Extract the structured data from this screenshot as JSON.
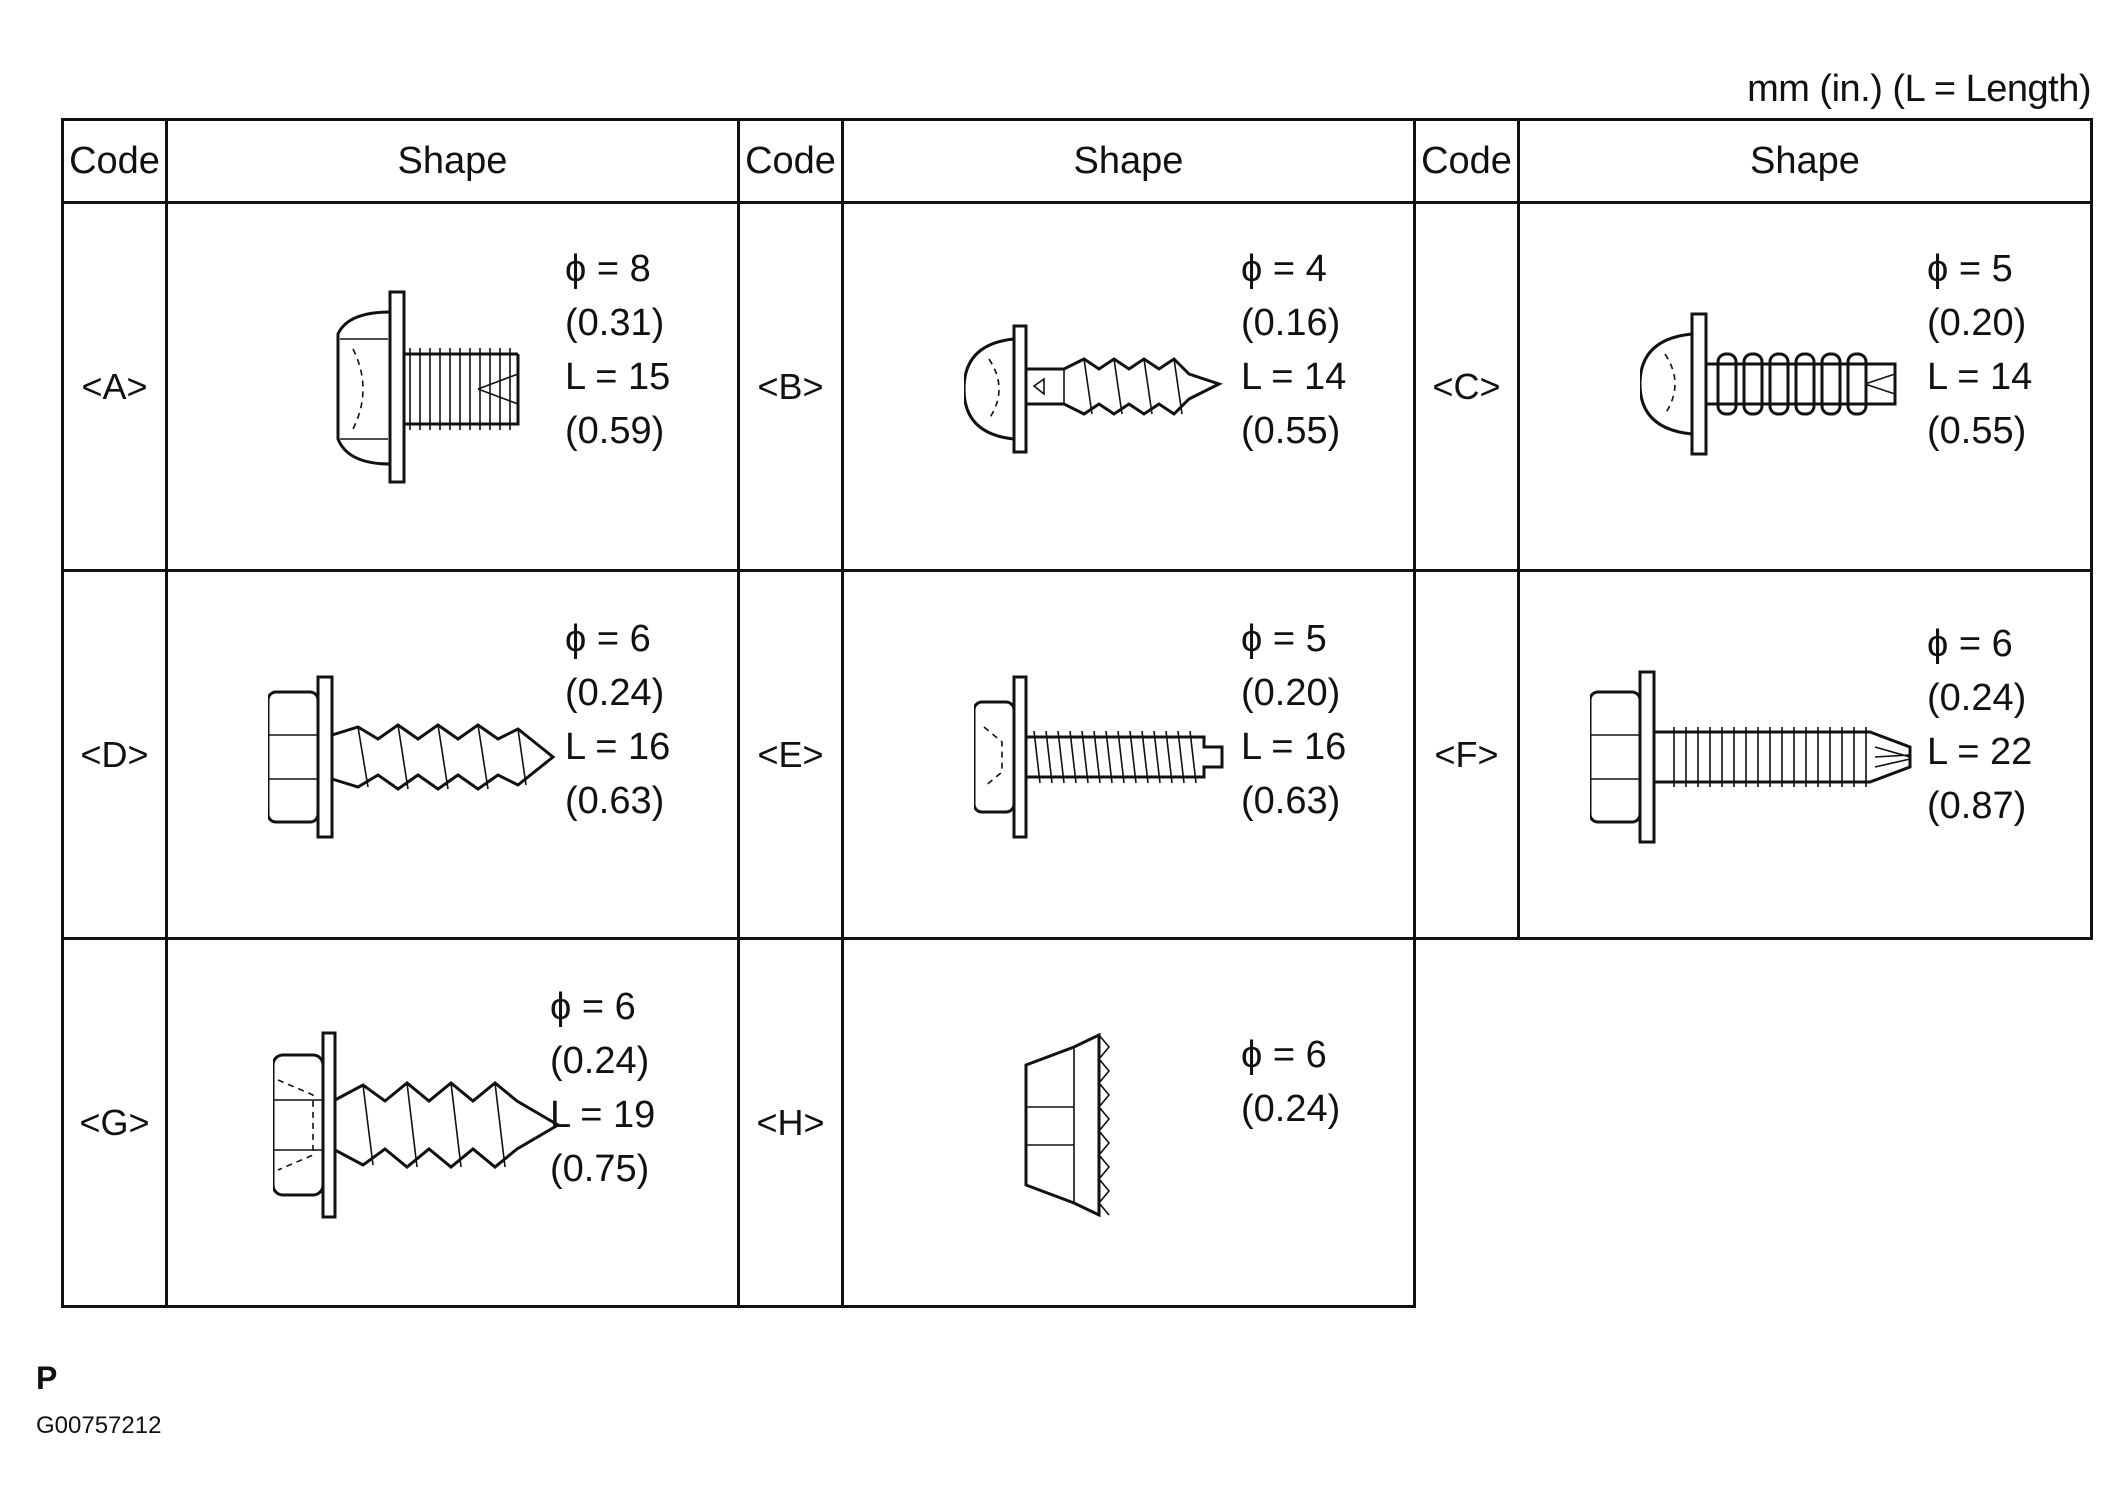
{
  "units_note": "mm (in.) (L = Length)",
  "headers": {
    "code": "Code",
    "shape": "Shape"
  },
  "fasteners": [
    {
      "code": "<A>",
      "diameter": "ϕ = 8",
      "diameter_in": "(0.31)",
      "length": "L = 15",
      "length_in": "(0.59)",
      "icon": "flange-hex-bolt-icon"
    },
    {
      "code": "<B>",
      "diameter": "ϕ = 4",
      "diameter_in": "(0.16)",
      "length": "L = 14",
      "length_in": "(0.55)",
      "icon": "pan-head-tapping-screw-icon"
    },
    {
      "code": "<C>",
      "diameter": "ϕ = 5",
      "diameter_in": "(0.20)",
      "length": "L = 14",
      "length_in": "(0.55)",
      "icon": "pan-head-thread-forming-screw-icon"
    },
    {
      "code": "<D>",
      "diameter": "ϕ = 6",
      "diameter_in": "(0.24)",
      "length": "L = 16",
      "length_in": "(0.63)",
      "icon": "hex-washer-tapping-screw-icon"
    },
    {
      "code": "<E>",
      "diameter": "ϕ = 5",
      "diameter_in": "(0.20)",
      "length": "L = 16",
      "length_in": "(0.63)",
      "icon": "hex-washer-fine-thread-screw-icon"
    },
    {
      "code": "<F>",
      "diameter": "ϕ = 6",
      "diameter_in": "(0.24)",
      "length": "L = 22",
      "length_in": "(0.87)",
      "icon": "hex-washer-bolt-icon"
    },
    {
      "code": "<G>",
      "diameter": "ϕ = 6",
      "diameter_in": "(0.24)",
      "length": "L = 19",
      "length_in": "(0.75)",
      "icon": "hex-washer-coarse-screw-icon"
    },
    {
      "code": "<H>",
      "diameter": "ϕ = 6",
      "diameter_in": "(0.24)",
      "icon": "serrated-flange-nut-icon"
    }
  ],
  "footer": {
    "page_letter": "P",
    "figure_id": "G00757212"
  }
}
